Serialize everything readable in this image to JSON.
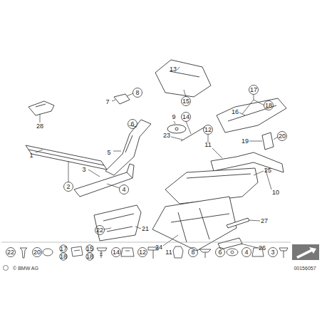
{
  "diagram": {
    "labels": [
      "28",
      "1",
      "2",
      "7",
      "8",
      "6",
      "5",
      "3",
      "4",
      "22",
      "21",
      "13",
      "15",
      "14",
      "9",
      "23",
      "12",
      "11",
      "25",
      "10",
      "24",
      "27",
      "26",
      "17",
      "18",
      "16",
      "19",
      "20",
      "22",
      "20",
      "17",
      "18",
      "15",
      "18",
      "14",
      "12",
      "11",
      "8",
      "6",
      "4",
      "3",
      "© BMW AG",
      "00156057"
    ]
  }
}
